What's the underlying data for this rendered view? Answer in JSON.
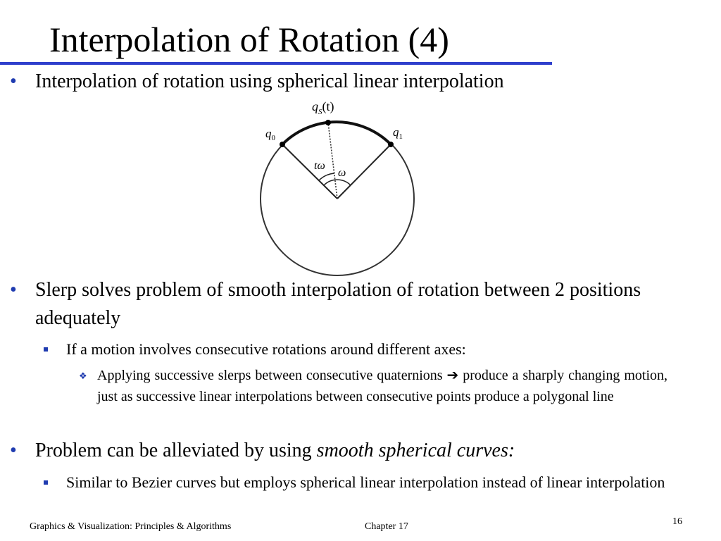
{
  "slide": {
    "title": "Interpolation of Rotation (4)",
    "bullet1": "Interpolation of rotation using spherical linear interpolation",
    "bullet2": "Slerp solves problem of smooth interpolation of rotation between 2 positions adequately",
    "bullet2_sub": "If a motion involves consecutive rotations around different axes:",
    "bullet2_subsub_a": "Applying successive slerps between consecutive quaternions",
    "bullet2_subsub_arrow": "➔",
    "bullet2_subsub_b": "produce a sharply changing motion, just as successive linear interpolations between consecutive points produce a polygonal line",
    "bullet3_plain": "Problem can be alleviated by using",
    "bullet3_italic": "smooth spherical curves:",
    "bullet3_sub": "Similar to Bezier curves but employs spherical linear interpolation instead of linear interpolation",
    "bullet_marks": {
      "l1": "•",
      "l3": "❖"
    }
  },
  "figure": {
    "label_q0": "q",
    "label_q0_sub": "0",
    "label_q1": "q",
    "label_q1_sub": "1",
    "label_qs": "q",
    "label_qs_sub": "S",
    "label_qs_arg": "(t)",
    "label_tw": "tω",
    "label_w": "ω"
  },
  "footer": {
    "book": "Graphics & Visualization: Principles & Algorithms",
    "chapter": "Chapter 17",
    "page": "16"
  },
  "colors": {
    "accent": "#2f3fcc",
    "bullet": "#1f3bb0",
    "text": "#000000"
  }
}
